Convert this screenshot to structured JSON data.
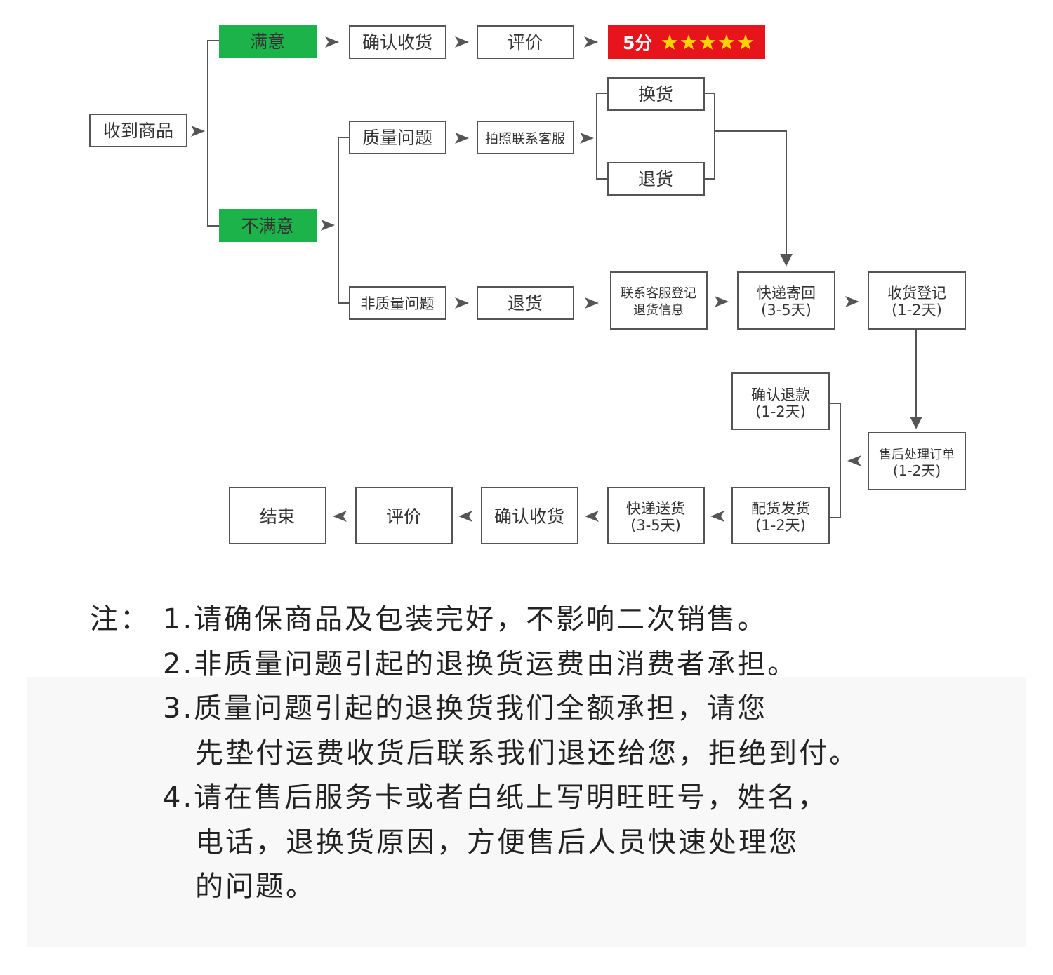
{
  "flow": {
    "start": "收到商品",
    "satisfied": "满意",
    "confirm_receipt_top": "确认收货",
    "review_top": "评价",
    "rating": "5分",
    "rating_stars": 5,
    "unsatisfied": "不满意",
    "quality_issue": "质量问题",
    "photo_contact": "拍照联系客服",
    "exchange": "换货",
    "return_quality": "退货",
    "non_quality_issue": "非质量问题",
    "return_non_quality": "退货",
    "contact_register": [
      "联系客服登记",
      "退货信息"
    ],
    "express_return": [
      "快递寄回",
      "(3-5天)"
    ],
    "receive_register": [
      "收货登记",
      "(1-2天)"
    ],
    "confirm_refund": [
      "确认退款",
      "(1-2天)"
    ],
    "aftersale_order": [
      "售后处理订单",
      "(1-2天)"
    ],
    "ship_goods": [
      "配货发货",
      "(1-2天)"
    ],
    "express_deliver": [
      "快递送货",
      "(3-5天)"
    ],
    "confirm_receipt_bottom": "确认收货",
    "review_bottom": "评价",
    "end": "结束"
  },
  "notes": {
    "prefix": "注：",
    "line1": "1.请确保商品及包装完好，不影响二次销售。",
    "line2": "2.非质量问题引起的退换货运费由消费者承担。",
    "line3a": "3.质量问题引起的退换货我们全额承担，请您",
    "line3b": "先垫付运费收货后联系我们退还给您，拒绝到付。",
    "line4a": "4.请在售后服务卡或者白纸上写明旺旺号，姓名，",
    "line4b": "电话，退换货原因，方便售后人员快速处理您",
    "line4c": "的问题。"
  },
  "colors": {
    "green": "#1db34b",
    "red": "#e8141b",
    "star": "#ffd200",
    "box_border": "#555555",
    "line": "#555555"
  }
}
